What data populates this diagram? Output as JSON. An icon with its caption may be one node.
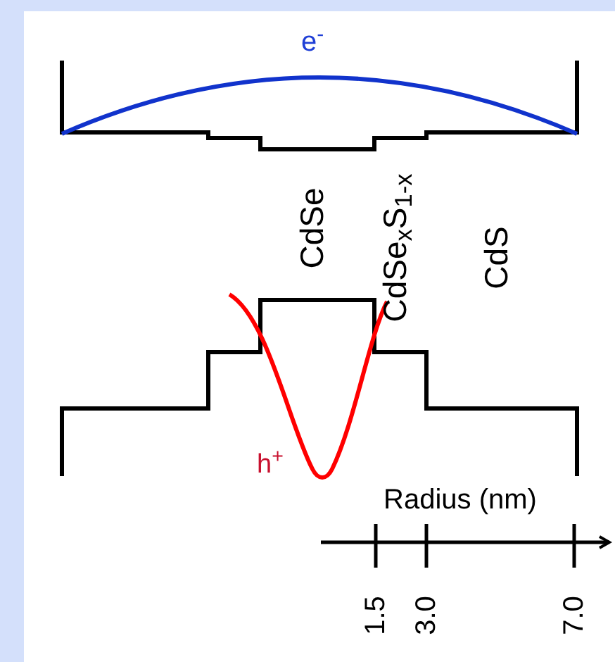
{
  "diagram": {
    "labels": [
      "e$^{-}$",
      "CdSe",
      "CdSe$_{x}$S$_{1-x}$",
      "CdS",
      "h$^{+}$",
      "Radius (nm)",
      "1.5",
      "3.0",
      "7.0"
    ]
  }
}
